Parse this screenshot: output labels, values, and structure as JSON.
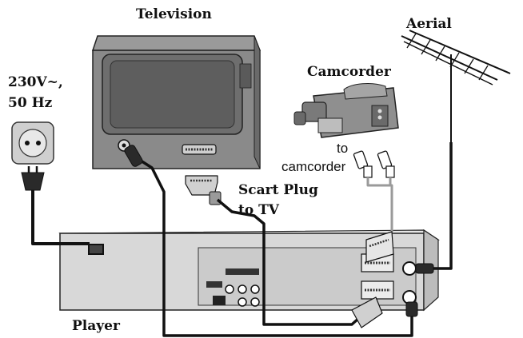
{
  "labels": {
    "television": "Television",
    "aerial": "Aerial",
    "camcorder": "Camcorder",
    "power_line1": "230V~,",
    "power_line2": "50 Hz",
    "to_camcorder_line1": "to",
    "to_camcorder_line2": "camcorder",
    "scart_line1": "Scart Plug",
    "scart_line2": "to TV",
    "player": "Player"
  },
  "colors": {
    "tv_body": "#8a8a8a",
    "tv_screen": "#6e6e6e",
    "player_body": "#d8d8d8",
    "cable": "#000000",
    "cable_light": "#9a9a9a"
  }
}
